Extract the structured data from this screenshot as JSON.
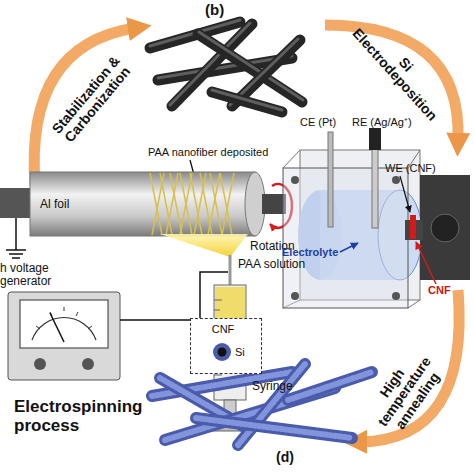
{
  "diagram": {
    "nodes": [
      {
        "text": [
          "CNF",
          "Si"
        ]
      }
    ],
    "labels": [
      "(b)",
      "Stabilization & Carbonization",
      "Si Electrodeposition",
      "PAA nanofiber deposited",
      "Al foil",
      "Rotation",
      "h voltage generator",
      "PAA solution",
      "Syringe",
      "Electrospinning process",
      "CE (Pt)",
      "RE (Ag/Ag⁺)",
      "WE (CNF)",
      "CNF",
      "Electrolyte",
      "High temperature annealing",
      "(d)"
    ]
  }
}
